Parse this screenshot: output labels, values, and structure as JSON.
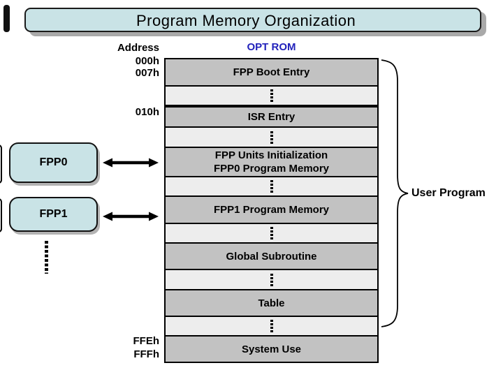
{
  "title": "Program Memory Organization",
  "column_headers": {
    "address": "Address",
    "rom": "OPT ROM"
  },
  "address_labels": {
    "boot_start": "000h",
    "boot_end": "007h",
    "isr": "010h",
    "system_start": "FFEh",
    "system_end": "FFFh"
  },
  "memory_blocks": [
    {
      "kind": "named",
      "label": "FPP Boot Entry"
    },
    {
      "kind": "dots"
    },
    {
      "kind": "named",
      "label": "ISR Entry"
    },
    {
      "kind": "dots"
    },
    {
      "kind": "named2",
      "line1": "FPP Units Initialization",
      "line2": "FPP0 Program Memory"
    },
    {
      "kind": "dots"
    },
    {
      "kind": "named",
      "label": "FPP1 Program Memory"
    },
    {
      "kind": "dots"
    },
    {
      "kind": "named",
      "label": "Global Subroutine"
    },
    {
      "kind": "dots"
    },
    {
      "kind": "named",
      "label": "Table"
    },
    {
      "kind": "dots"
    },
    {
      "kind": "named",
      "label": "System Use"
    }
  ],
  "processors": [
    {
      "label": "FPP0"
    },
    {
      "label": "FPP1"
    }
  ],
  "brace": {
    "label": "User Program"
  },
  "colors": {
    "box_fill": "#c9e3e6",
    "block_dark": "#c2c2c2",
    "block_light": "#ededed",
    "rom_header_text": "#2222bb",
    "shadow": "#a9a9a9"
  }
}
